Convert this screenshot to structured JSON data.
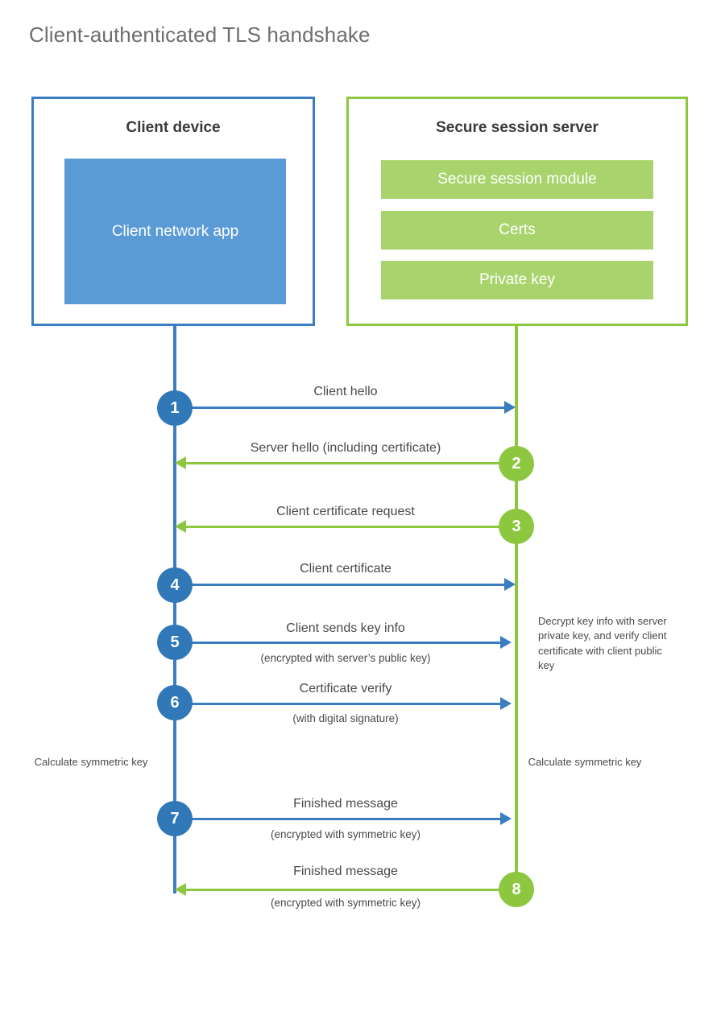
{
  "title": "Client-authenticated TLS handshake",
  "colors": {
    "client_blue": "#3a7dc0",
    "client_app_fill": "#5b9bd5",
    "server_green": "#8dc63f",
    "server_bar_fill": "#a9d46d",
    "step_blue": "#3178b8",
    "text": "#4a4a4a",
    "title_text": "#6e6e6e"
  },
  "client": {
    "title": "Client device",
    "app_label": "Client network app"
  },
  "server": {
    "title": "Secure session server",
    "bars": [
      {
        "label": "Secure session module"
      },
      {
        "label": "Certs"
      },
      {
        "label": "Private key"
      }
    ]
  },
  "steps": [
    {
      "number": "1",
      "direction": "client-to-server",
      "side": "client",
      "label": "Client hello",
      "sublabel": ""
    },
    {
      "number": "2",
      "direction": "server-to-client",
      "side": "server",
      "label": "Server hello (including certificate)",
      "sublabel": ""
    },
    {
      "number": "3",
      "direction": "server-to-client",
      "side": "server",
      "label": "Client certificate request",
      "sublabel": ""
    },
    {
      "number": "4",
      "direction": "client-to-server",
      "side": "client",
      "label": "Client certificate",
      "sublabel": ""
    },
    {
      "number": "5",
      "direction": "client-to-server",
      "side": "client",
      "label": "Client sends key info",
      "sublabel": "(encrypted with server’s public key)"
    },
    {
      "number": "6",
      "direction": "client-to-server",
      "side": "client",
      "label": "Certificate verify",
      "sublabel": "(with digital signature)"
    },
    {
      "number": "7",
      "direction": "client-to-server",
      "side": "client",
      "label": "Finished message",
      "sublabel": "(encrypted with symmetric key)"
    },
    {
      "number": "8",
      "direction": "server-to-client",
      "side": "server",
      "label": "Finished message",
      "sublabel": "(encrypted with symmetric key)"
    }
  ],
  "notes": {
    "server_decrypt": "Decrypt key info with server private key, and verify client certificate with client public key",
    "client_calculate": "Calculate symmetric key",
    "server_calculate": "Calculate symmetric key"
  }
}
